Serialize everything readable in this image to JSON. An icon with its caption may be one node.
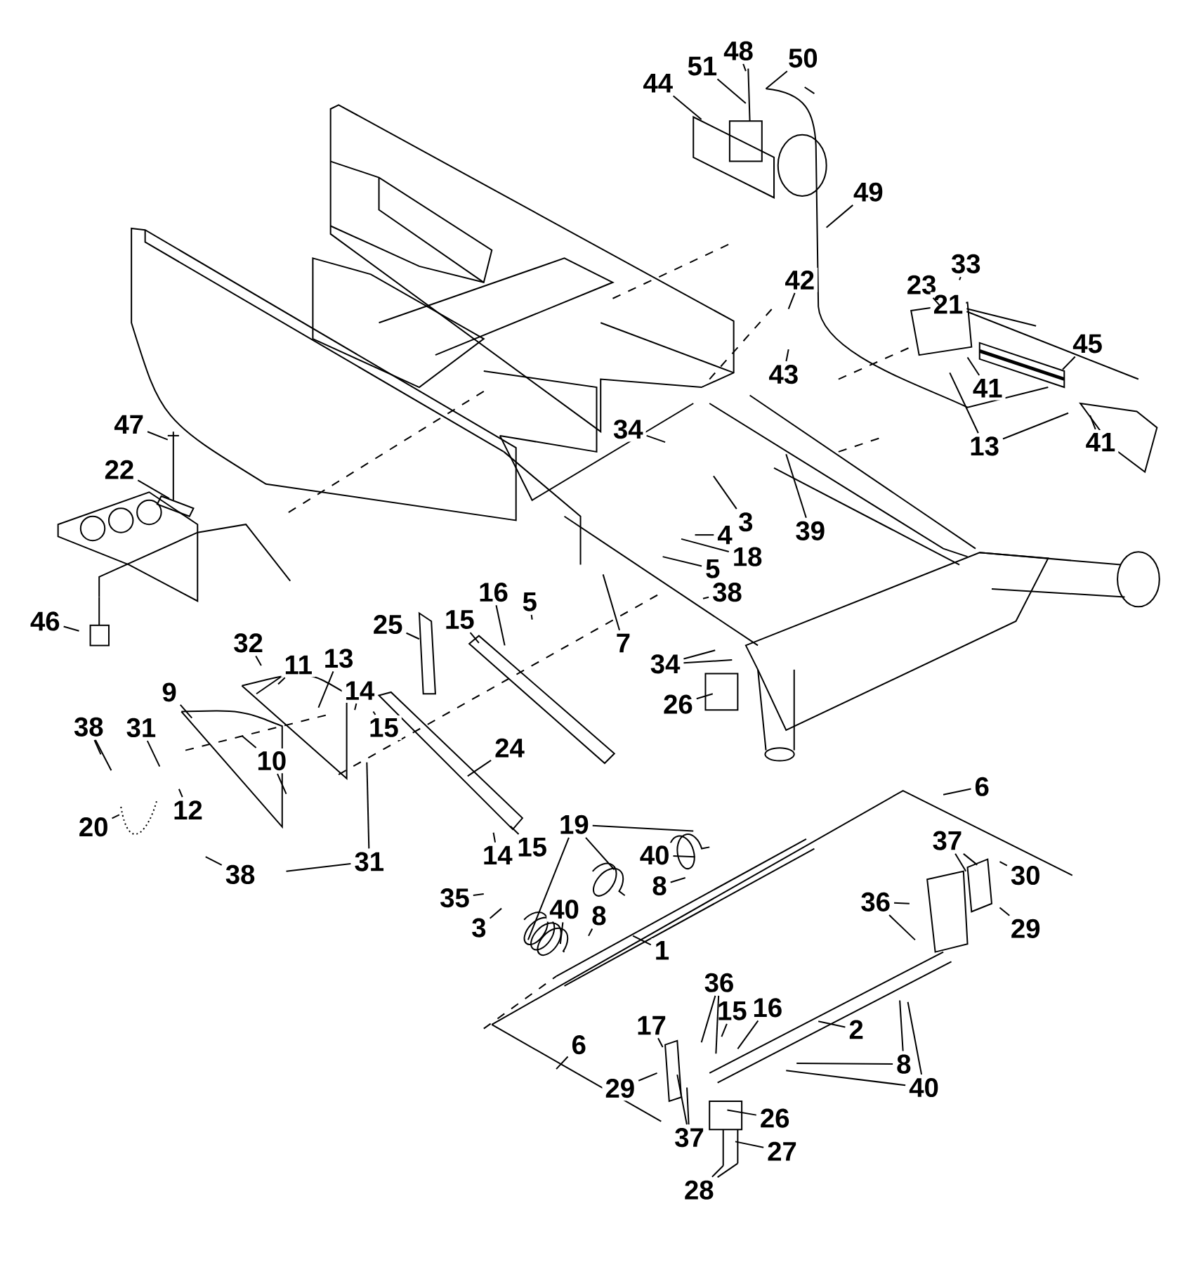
{
  "diagram": {
    "nodes": [
      {
        "text": [
          "48"
        ]
      },
      {
        "text": [
          "51"
        ]
      },
      {
        "text": [
          "50"
        ]
      },
      {
        "text": [
          "44"
        ]
      },
      {
        "text": [
          "49"
        ]
      },
      {
        "text": [
          "42"
        ]
      },
      {
        "text": [
          "43"
        ]
      },
      {
        "text": [
          "33"
        ]
      },
      {
        "text": [
          "23"
        ]
      },
      {
        "text": [
          "21"
        ]
      },
      {
        "text": [
          "45"
        ]
      },
      {
        "text": [
          "41"
        ]
      },
      {
        "text": [
          "13"
        ]
      },
      {
        "text": [
          "41"
        ]
      },
      {
        "text": [
          "34"
        ]
      },
      {
        "text": [
          "3"
        ]
      },
      {
        "text": [
          "39"
        ]
      },
      {
        "text": [
          "4"
        ]
      },
      {
        "text": [
          "18"
        ]
      },
      {
        "text": [
          "5"
        ]
      },
      {
        "text": [
          "38"
        ]
      },
      {
        "text": [
          "47"
        ]
      },
      {
        "text": [
          "22"
        ]
      },
      {
        "text": [
          "46"
        ]
      },
      {
        "text": [
          "25"
        ]
      },
      {
        "text": [
          "15"
        ]
      },
      {
        "text": [
          "16"
        ]
      },
      {
        "text": [
          "5"
        ]
      },
      {
        "text": [
          "7"
        ]
      },
      {
        "text": [
          "34"
        ]
      },
      {
        "text": [
          "26"
        ]
      },
      {
        "text": [
          "32"
        ]
      },
      {
        "text": [
          "11"
        ]
      },
      {
        "text": [
          "13"
        ]
      },
      {
        "text": [
          "14"
        ]
      },
      {
        "text": [
          "15"
        ]
      },
      {
        "text": [
          "9"
        ]
      },
      {
        "text": [
          "38"
        ]
      },
      {
        "text": [
          "31"
        ]
      },
      {
        "text": [
          "10"
        ]
      },
      {
        "text": [
          "12"
        ]
      },
      {
        "text": [
          "20"
        ]
      },
      {
        "text": [
          "24"
        ]
      },
      {
        "text": [
          "31"
        ]
      },
      {
        "text": [
          "38"
        ]
      },
      {
        "text": [
          "14"
        ]
      },
      {
        "text": [
          "15"
        ]
      },
      {
        "text": [
          "19"
        ]
      },
      {
        "text": [
          "40"
        ]
      },
      {
        "text": [
          "8"
        ]
      },
      {
        "text": [
          "35"
        ]
      },
      {
        "text": [
          "3"
        ]
      },
      {
        "text": [
          "40"
        ]
      },
      {
        "text": [
          "8"
        ]
      },
      {
        "text": [
          "1"
        ]
      },
      {
        "text": [
          "6"
        ]
      },
      {
        "text": [
          "37"
        ]
      },
      {
        "text": [
          "30"
        ]
      },
      {
        "text": [
          "36"
        ]
      },
      {
        "text": [
          "29"
        ]
      },
      {
        "text": [
          "36"
        ]
      },
      {
        "text": [
          "15"
        ]
      },
      {
        "text": [
          "16"
        ]
      },
      {
        "text": [
          "17"
        ]
      },
      {
        "text": [
          "2"
        ]
      },
      {
        "text": [
          "6"
        ]
      },
      {
        "text": [
          "29"
        ]
      },
      {
        "text": [
          "8"
        ]
      },
      {
        "text": [
          "40"
        ]
      },
      {
        "text": [
          "37"
        ]
      },
      {
        "text": [
          "26"
        ]
      },
      {
        "text": [
          "27"
        ]
      },
      {
        "text": [
          "28"
        ]
      }
    ],
    "edges": [
      {
        "from": 0,
        "to": null,
        "arrow": "none"
      },
      {
        "from": 1,
        "to": null,
        "arrow": "none"
      },
      {
        "from": 2,
        "to": null,
        "arrow": "none"
      },
      {
        "from": 3,
        "to": null,
        "arrow": "none"
      },
      {
        "from": 4,
        "to": null,
        "arrow": "none"
      },
      {
        "from": 5,
        "to": null,
        "arrow": "none"
      },
      {
        "from": 6,
        "to": null,
        "arrow": "none"
      },
      {
        "from": 7,
        "to": null,
        "arrow": "none"
      },
      {
        "from": 8,
        "to": null,
        "arrow": "none"
      },
      {
        "from": 9,
        "to": null,
        "arrow": "none"
      },
      {
        "from": 9,
        "to": null,
        "arrow": "none"
      },
      {
        "from": 10,
        "to": null,
        "arrow": "none"
      },
      {
        "from": 11,
        "to": null,
        "arrow": "none"
      },
      {
        "from": 12,
        "to": null,
        "arrow": "none"
      },
      {
        "from": 12,
        "to": null,
        "arrow": "none"
      },
      {
        "from": 13,
        "to": null,
        "arrow": "none"
      },
      {
        "from": 14,
        "to": null,
        "arrow": "none"
      },
      {
        "from": 15,
        "to": null,
        "arrow": "none"
      },
      {
        "from": 16,
        "to": null,
        "arrow": "none"
      },
      {
        "from": 17,
        "to": null,
        "arrow": "none"
      },
      {
        "from": 18,
        "to": null,
        "arrow": "none"
      },
      {
        "from": 19,
        "to": null,
        "arrow": "none"
      },
      {
        "from": 20,
        "to": null,
        "arrow": "none"
      },
      {
        "from": 21,
        "to": null,
        "arrow": "none"
      },
      {
        "from": 22,
        "to": null,
        "arrow": "none"
      },
      {
        "from": 23,
        "to": null,
        "arrow": "none"
      },
      {
        "from": 24,
        "to": null,
        "arrow": "none"
      },
      {
        "from": 25,
        "to": null,
        "arrow": "none"
      },
      {
        "from": 26,
        "to": null,
        "arrow": "none"
      },
      {
        "from": 27,
        "to": null,
        "arrow": "none"
      },
      {
        "from": 28,
        "to": null,
        "arrow": "none"
      },
      {
        "from": 29,
        "to": null,
        "arrow": "none"
      },
      {
        "from": 29,
        "to": null,
        "arrow": "none"
      },
      {
        "from": 30,
        "to": null,
        "arrow": "none"
      },
      {
        "from": 31,
        "to": null,
        "arrow": "none"
      },
      {
        "from": 32,
        "to": null,
        "arrow": "none"
      },
      {
        "from": 32,
        "to": null,
        "arrow": "none"
      },
      {
        "from": 33,
        "to": null,
        "arrow": "none"
      },
      {
        "from": 34,
        "to": null,
        "arrow": "none"
      },
      {
        "from": 35,
        "to": null,
        "arrow": "none"
      },
      {
        "from": 36,
        "to": null,
        "arrow": "none"
      },
      {
        "from": 37,
        "to": null,
        "arrow": "none"
      },
      {
        "from": 37,
        "to": null,
        "arrow": "none"
      },
      {
        "from": 38,
        "to": null,
        "arrow": "none"
      },
      {
        "from": 39,
        "to": null,
        "arrow": "none"
      },
      {
        "from": 39,
        "to": null,
        "arrow": "none"
      },
      {
        "from": 40,
        "to": null,
        "arrow": "none"
      },
      {
        "from": 41,
        "to": null,
        "arrow": "none"
      },
      {
        "from": 42,
        "to": null,
        "arrow": "none"
      },
      {
        "from": 43,
        "to": null,
        "arrow": "none"
      },
      {
        "from": 43,
        "to": null,
        "arrow": "none"
      },
      {
        "from": 44,
        "to": null,
        "arrow": "none"
      },
      {
        "from": 45,
        "to": null,
        "arrow": "none"
      },
      {
        "from": 46,
        "to": null,
        "arrow": "none"
      },
      {
        "from": 47,
        "to": null,
        "arrow": "none"
      },
      {
        "from": 47,
        "to": null,
        "arrow": "none"
      },
      {
        "from": 47,
        "to": null,
        "arrow": "none"
      },
      {
        "from": 48,
        "to": null,
        "arrow": "none"
      },
      {
        "from": 49,
        "to": null,
        "arrow": "none"
      },
      {
        "from": 50,
        "to": null,
        "arrow": "none"
      },
      {
        "from": 51,
        "to": null,
        "arrow": "none"
      },
      {
        "from": 52,
        "to": null,
        "arrow": "none"
      },
      {
        "from": 53,
        "to": null,
        "arrow": "none"
      },
      {
        "from": 54,
        "to": null,
        "arrow": "none"
      },
      {
        "from": 55,
        "to": null,
        "arrow": "none"
      },
      {
        "from": 56,
        "to": null,
        "arrow": "none"
      },
      {
        "from": 56,
        "to": null,
        "arrow": "none"
      },
      {
        "from": 57,
        "to": null,
        "arrow": "none"
      },
      {
        "from": 58,
        "to": null,
        "arrow": "none"
      },
      {
        "from": 58,
        "to": null,
        "arrow": "none"
      },
      {
        "from": 59,
        "to": null,
        "arrow": "none"
      },
      {
        "from": 60,
        "to": null,
        "arrow": "none"
      },
      {
        "from": 60,
        "to": null,
        "arrow": "none"
      },
      {
        "from": 61,
        "to": null,
        "arrow": "none"
      },
      {
        "from": 62,
        "to": null,
        "arrow": "none"
      },
      {
        "from": 63,
        "to": null,
        "arrow": "none"
      },
      {
        "from": 64,
        "to": null,
        "arrow": "none"
      },
      {
        "from": 65,
        "to": null,
        "arrow": "none"
      },
      {
        "from": 66,
        "to": null,
        "arrow": "none"
      },
      {
        "from": 67,
        "to": null,
        "arrow": "none"
      },
      {
        "from": 67,
        "to": null,
        "arrow": "none"
      },
      {
        "from": 68,
        "to": null,
        "arrow": "none"
      },
      {
        "from": 68,
        "to": null,
        "arrow": "none"
      },
      {
        "from": 69,
        "to": null,
        "arrow": "none"
      },
      {
        "from": 69,
        "to": null,
        "arrow": "none"
      },
      {
        "from": 70,
        "to": null,
        "arrow": "none"
      },
      {
        "from": 71,
        "to": null,
        "arrow": "none"
      },
      {
        "from": 72,
        "to": null,
        "arrow": "none"
      },
      {
        "from": 72,
        "to": null,
        "arrow": "none"
      }
    ]
  }
}
